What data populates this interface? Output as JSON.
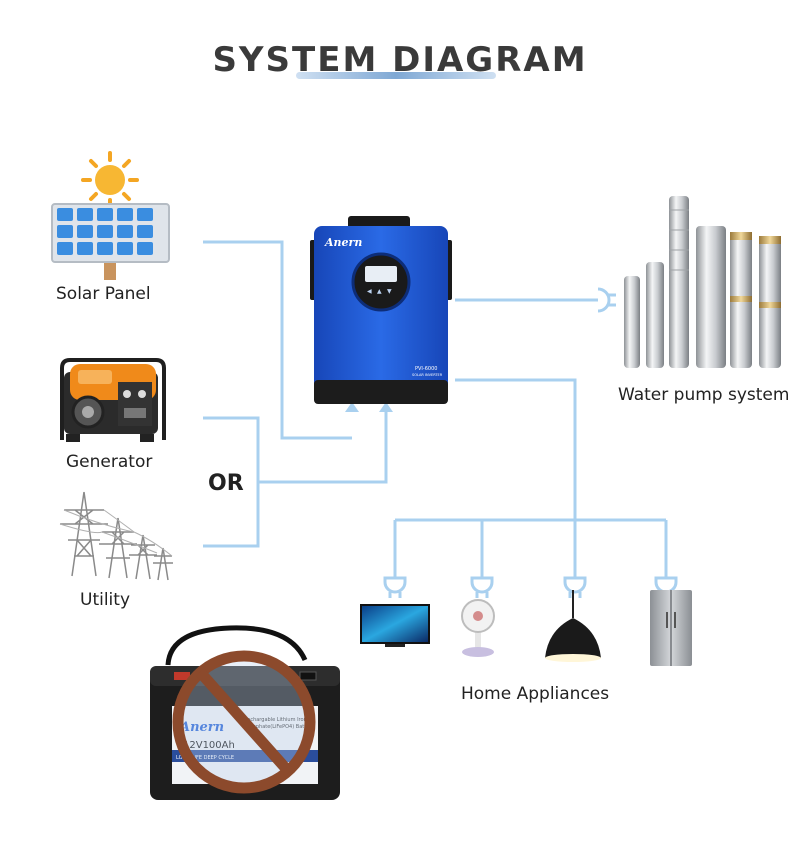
{
  "title": "SYSTEM DIAGRAM",
  "labels": {
    "solar_panel": "Solar Panel",
    "generator": "Generator",
    "or": "OR",
    "utility": "Utility",
    "water_pump": "Water pump system",
    "home_appliances": "Home Appliances"
  },
  "inverter": {
    "brand": "Anern",
    "model": "PVI-6000",
    "subtitle": "SOLAR INVERTER"
  },
  "battery": {
    "brand": "Anern",
    "rating": "12V100Ah",
    "line1": "Rechargable Lithium Iron",
    "line2": "Phosphate(LiFePO4) Battery",
    "line3": "LONG LIFE DEEP CYCLE"
  },
  "colors": {
    "connector": "#a9d0ef",
    "inverter_blue": "#1f5fd6",
    "prohibition": "#8c4a2c",
    "title": "#3a3a3a"
  }
}
